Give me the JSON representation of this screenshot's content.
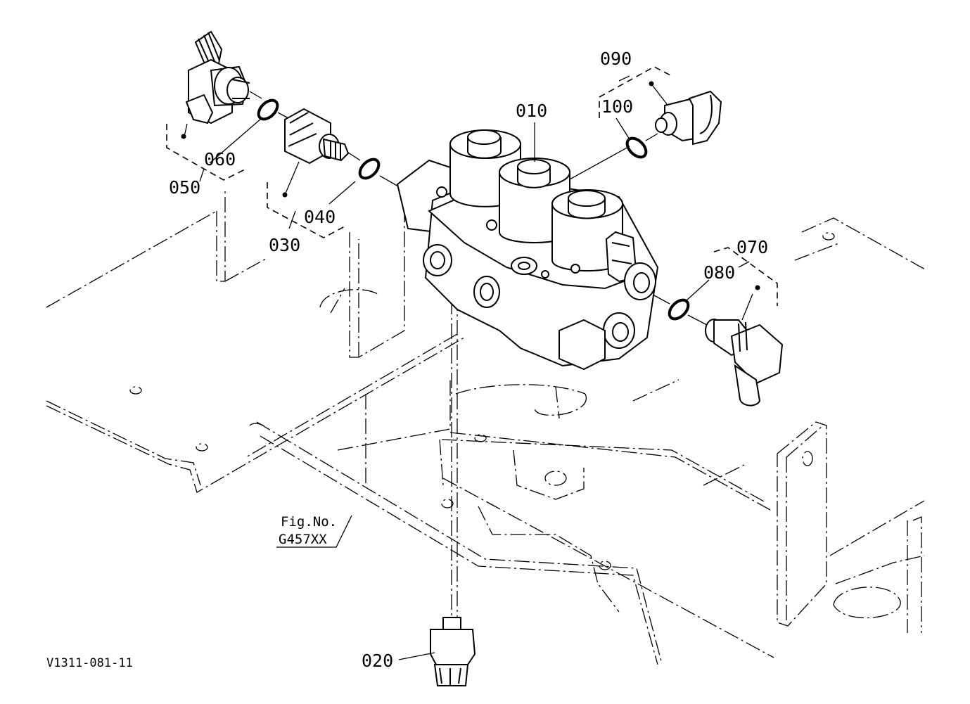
{
  "drawing_code": "V1311-081-11",
  "figure_reference": {
    "line1": "Fig.No.",
    "line2": "G457XX"
  },
  "callouts": {
    "c010": "010",
    "c020": "020",
    "c030": "030",
    "c040": "040",
    "c050": "050",
    "c060": "060",
    "c070": "070",
    "c080": "080",
    "c090": "090",
    "c100": "100"
  }
}
